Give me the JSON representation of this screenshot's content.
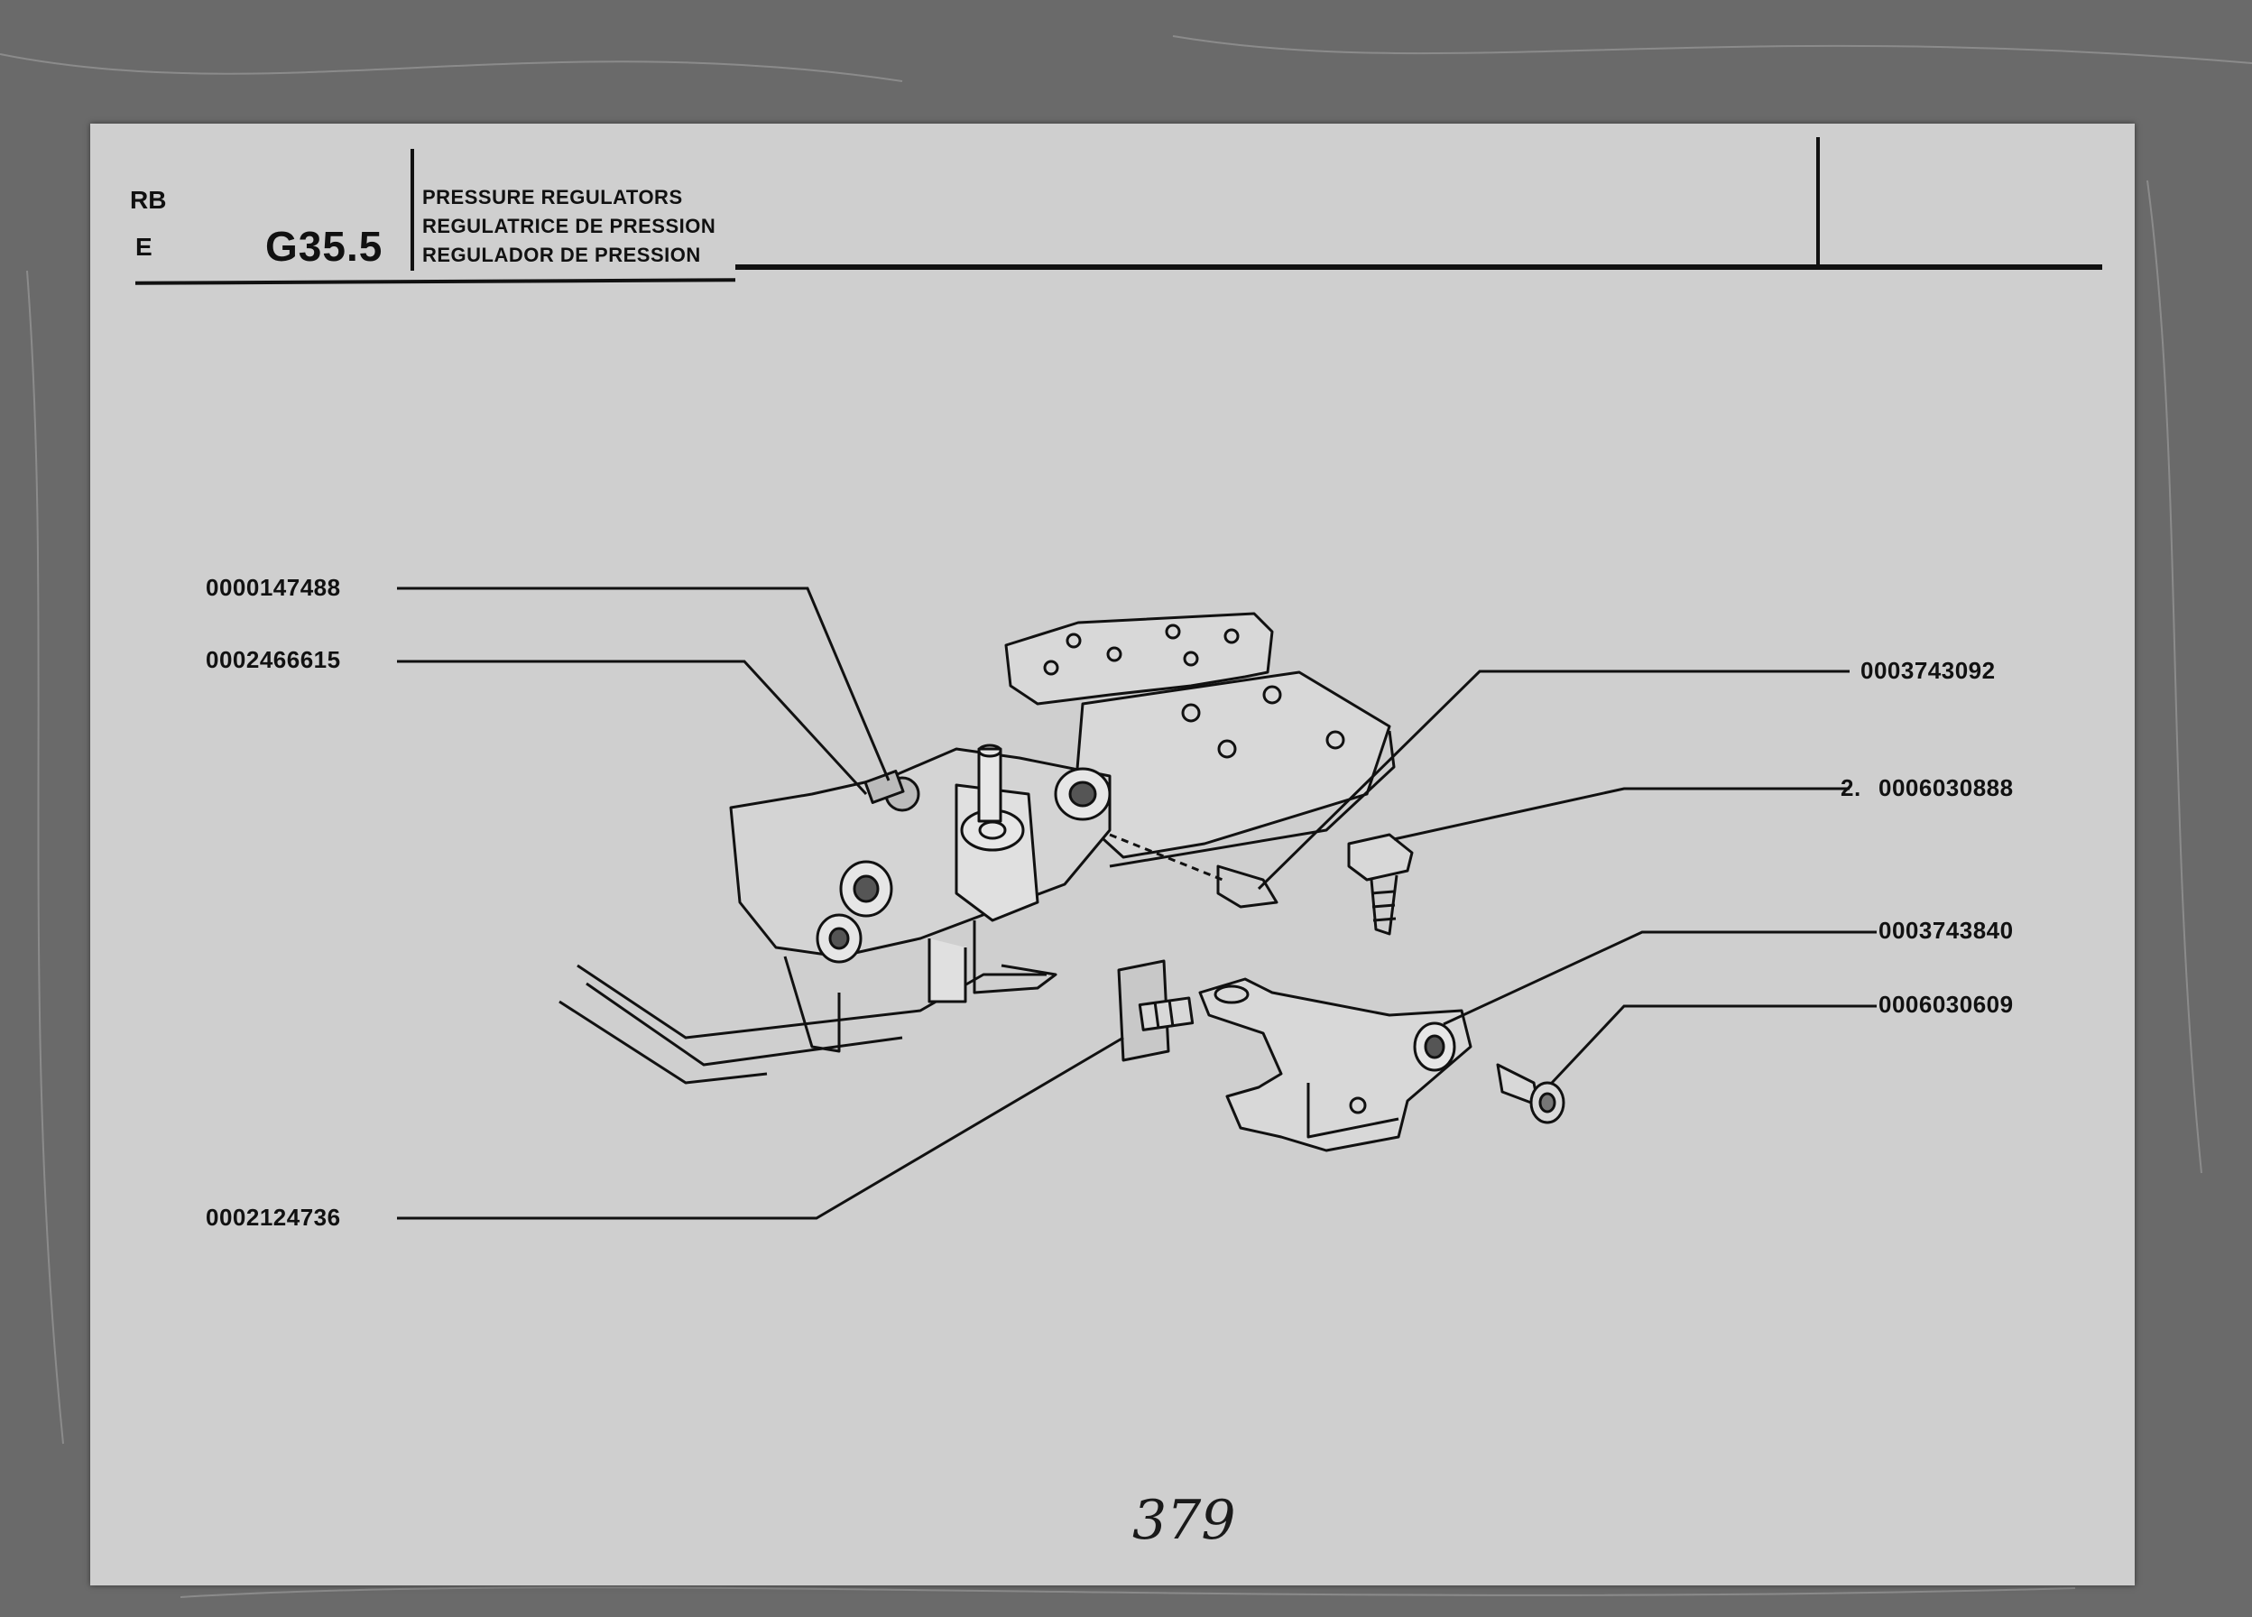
{
  "header": {
    "lang_codes": [
      "RB",
      "E"
    ],
    "section_code": "G35.5",
    "titles": [
      "PRESSURE REGULATORS",
      "REGULATRICE DE PRESSION",
      "REGULADOR DE PRESSION"
    ]
  },
  "part_labels": [
    {
      "id": "p1",
      "text": "0000147488"
    },
    {
      "id": "p2",
      "text": "0002466615"
    },
    {
      "id": "p3",
      "text": "0003743092"
    },
    {
      "id": "p4",
      "qty": "2.",
      "text": "0006030888"
    },
    {
      "id": "p5",
      "text": "0003743840"
    },
    {
      "id": "p6",
      "text": "0006030609"
    },
    {
      "id": "p7",
      "text": "0002124736"
    }
  ],
  "page_number": "379"
}
